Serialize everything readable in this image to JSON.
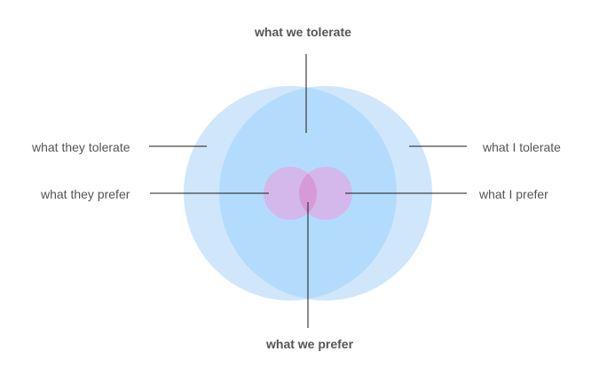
{
  "labels": {
    "we_tolerate": "what we tolerate",
    "they_tolerate": "what they tolerate",
    "i_tolerate": "what I tolerate",
    "they_prefer": "what they prefer",
    "i_prefer": "what I prefer",
    "we_prefer": "what we prefer"
  },
  "colors": {
    "tolerate_fill": "#cfe6fb",
    "overlap_fill": "#b3dcfc",
    "prefer_fill": "#d9aee6",
    "prefer_overlap_fill": "#d69ad8",
    "line": "#1a1a1a",
    "text": "#555555"
  }
}
